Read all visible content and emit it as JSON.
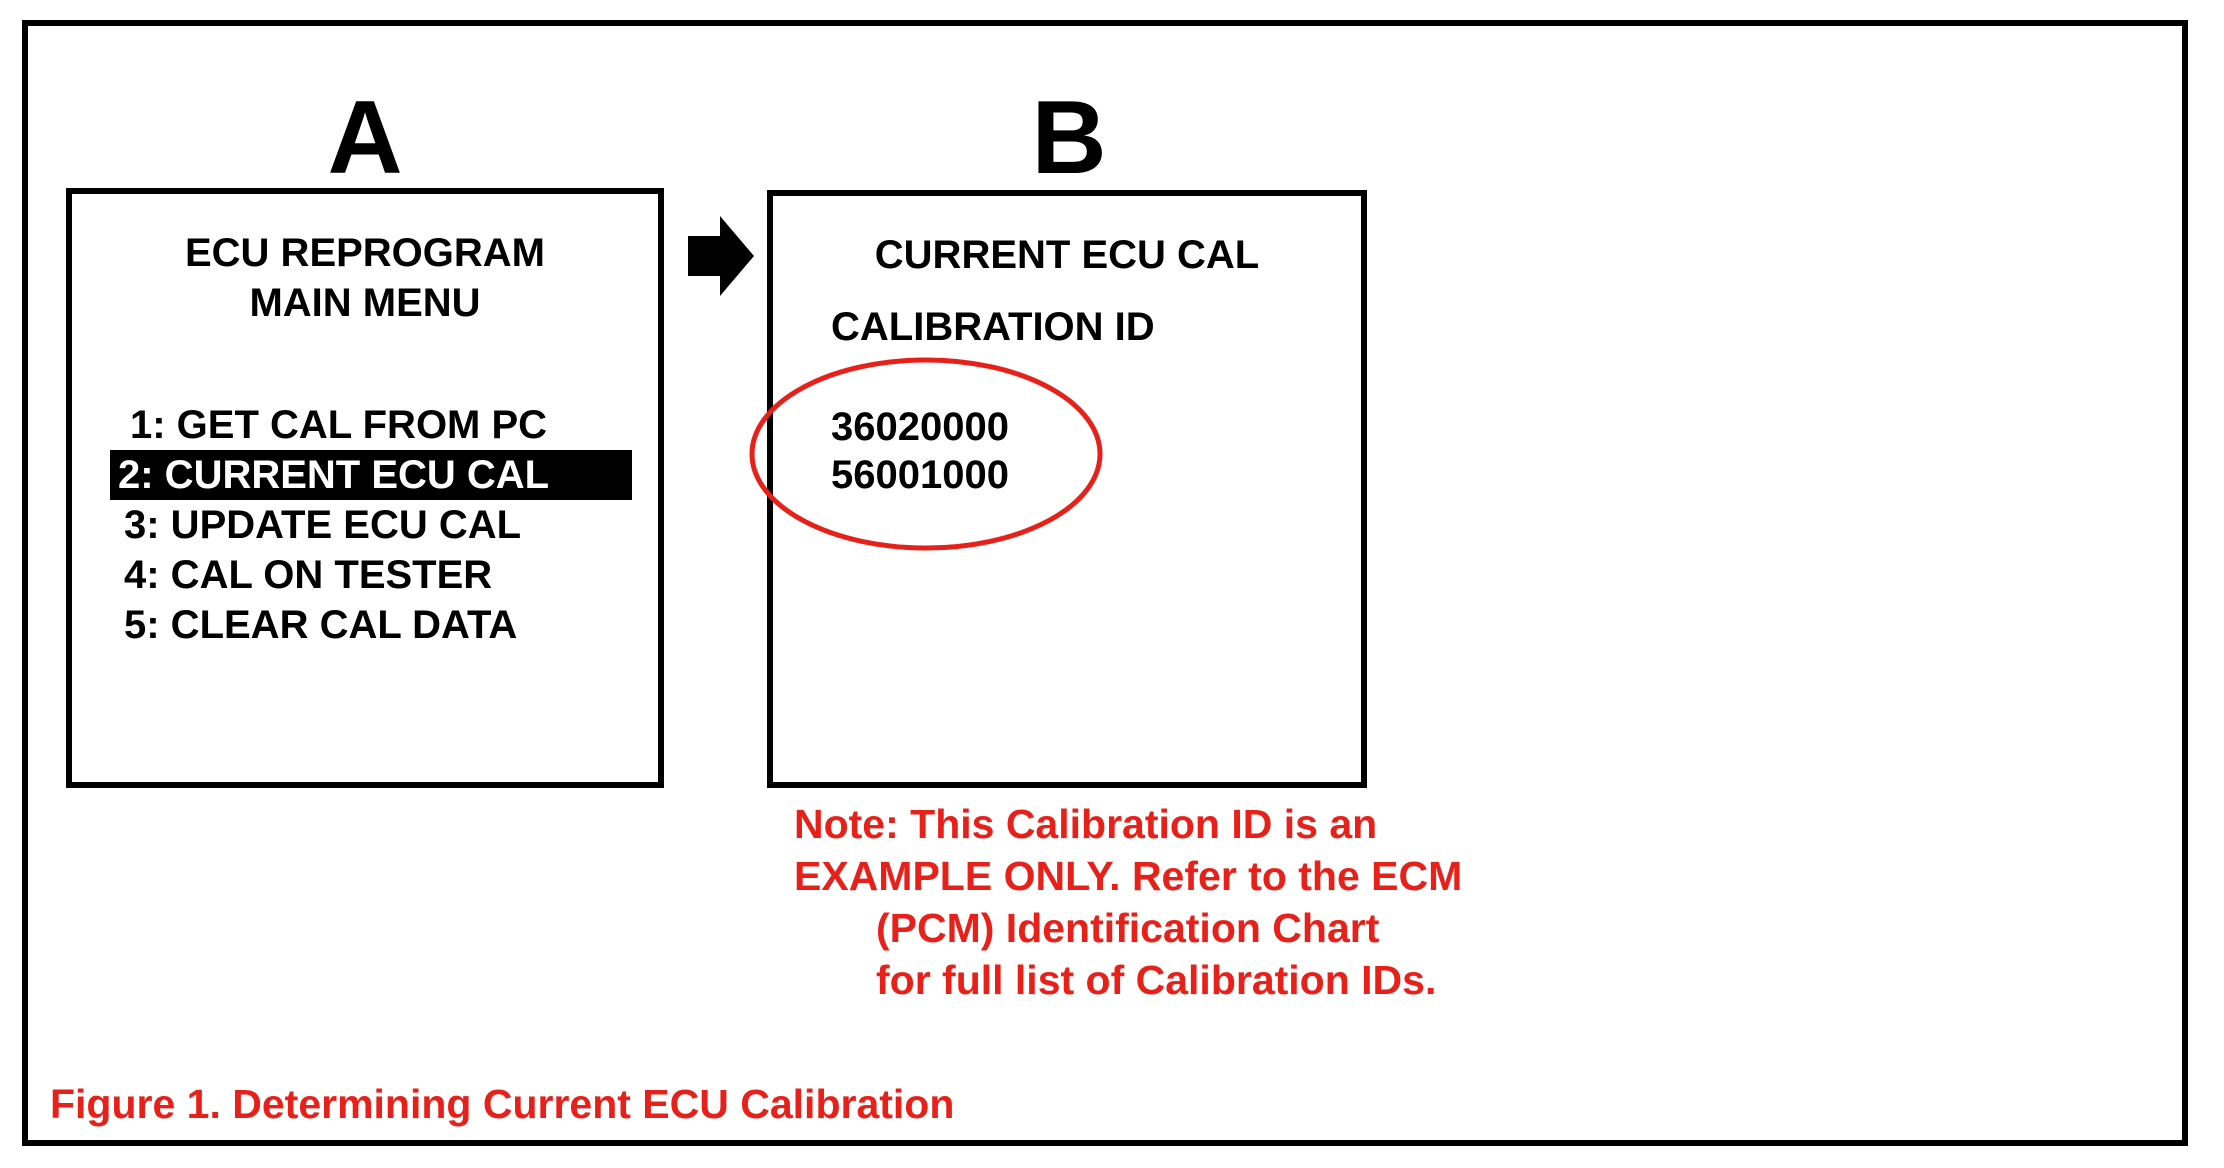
{
  "panels": {
    "a": {
      "letter": "A",
      "title_line_1": "ECU REPROGRAM",
      "title_line_2": "MAIN MENU",
      "menu_items": [
        {
          "label": "1: GET CAL FROM PC",
          "selected": false
        },
        {
          "label": "2: CURRENT ECU CAL",
          "selected": true
        },
        {
          "label": "3: UPDATE ECU CAL",
          "selected": false
        },
        {
          "label": "4: CAL ON TESTER",
          "selected": false
        },
        {
          "label": "5: CLEAR CAL DATA",
          "selected": false
        }
      ]
    },
    "b": {
      "letter": "B",
      "title": "CURRENT ECU CAL",
      "calibration_label": "CALIBRATION ID",
      "calibration_ids": [
        "36020000",
        "56001000"
      ]
    }
  },
  "note": {
    "lines": [
      "Note: This Calibration ID is an",
      "EXAMPLE ONLY. Refer to the ECM",
      "(PCM) Identification Chart",
      "for full list of Calibration IDs."
    ]
  },
  "caption": "Figure 1. Determining Current ECU Calibration",
  "colors": {
    "annotation": "#e8201a",
    "ink": "#000000",
    "background": "#ffffff",
    "highlight_text": "#ffffff"
  },
  "icons": {
    "arrow": "right-arrow-icon",
    "highlight": "ellipse-highlight"
  }
}
